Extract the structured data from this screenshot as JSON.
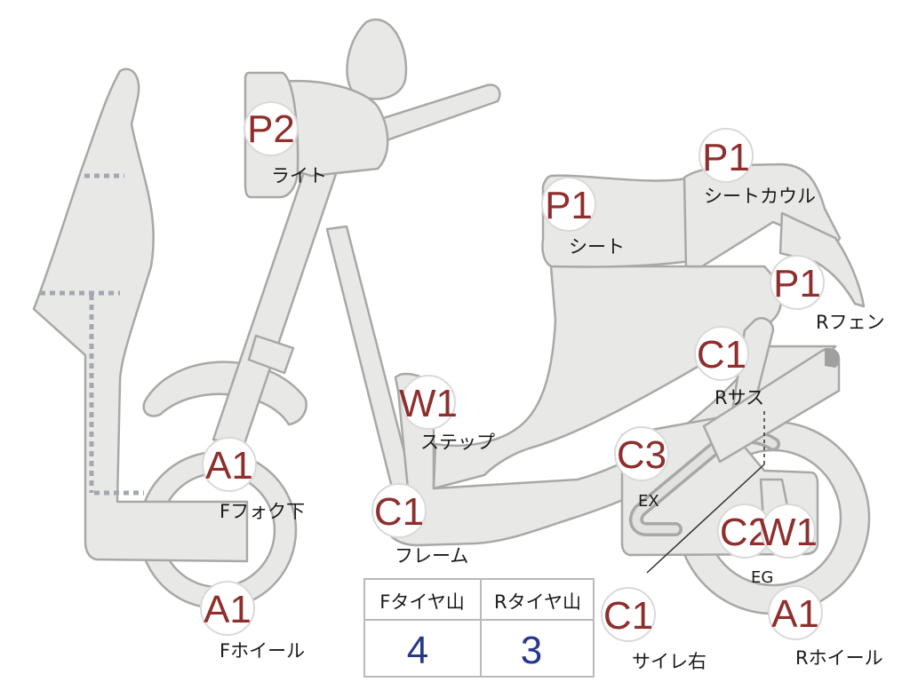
{
  "markers": [
    {
      "id": "light",
      "code": "P2",
      "label": "ライト"
    },
    {
      "id": "seat",
      "code": "P1",
      "label": "シート"
    },
    {
      "id": "seat-cowl",
      "code": "P1",
      "label": "シートカウル"
    },
    {
      "id": "rear-fender",
      "code": "P1",
      "label": "Rフェン"
    },
    {
      "id": "rear-susp",
      "code": "C1",
      "label": "Rサス"
    },
    {
      "id": "step",
      "code": "W1",
      "label": "ステップ"
    },
    {
      "id": "fork-lower",
      "code": "A1",
      "label": "Fフォク下"
    },
    {
      "id": "frame",
      "code": "C1",
      "label": "フレーム"
    },
    {
      "id": "exhaust",
      "code": "C3",
      "label": "EX"
    },
    {
      "id": "engine-c",
      "code": "C2",
      "label": ""
    },
    {
      "id": "engine-w",
      "code": "W1",
      "label": "EG"
    },
    {
      "id": "front-wheel",
      "code": "A1",
      "label": "Fホイール"
    },
    {
      "id": "rear-wheel",
      "code": "A1",
      "label": "Rホイール"
    },
    {
      "id": "muffler-right",
      "code": "C1",
      "label": "サイレ右"
    }
  ],
  "tread_table": {
    "front_header": "Fタイヤ山",
    "rear_header": "Rタイヤ山",
    "front_value": "4",
    "rear_value": "3"
  }
}
